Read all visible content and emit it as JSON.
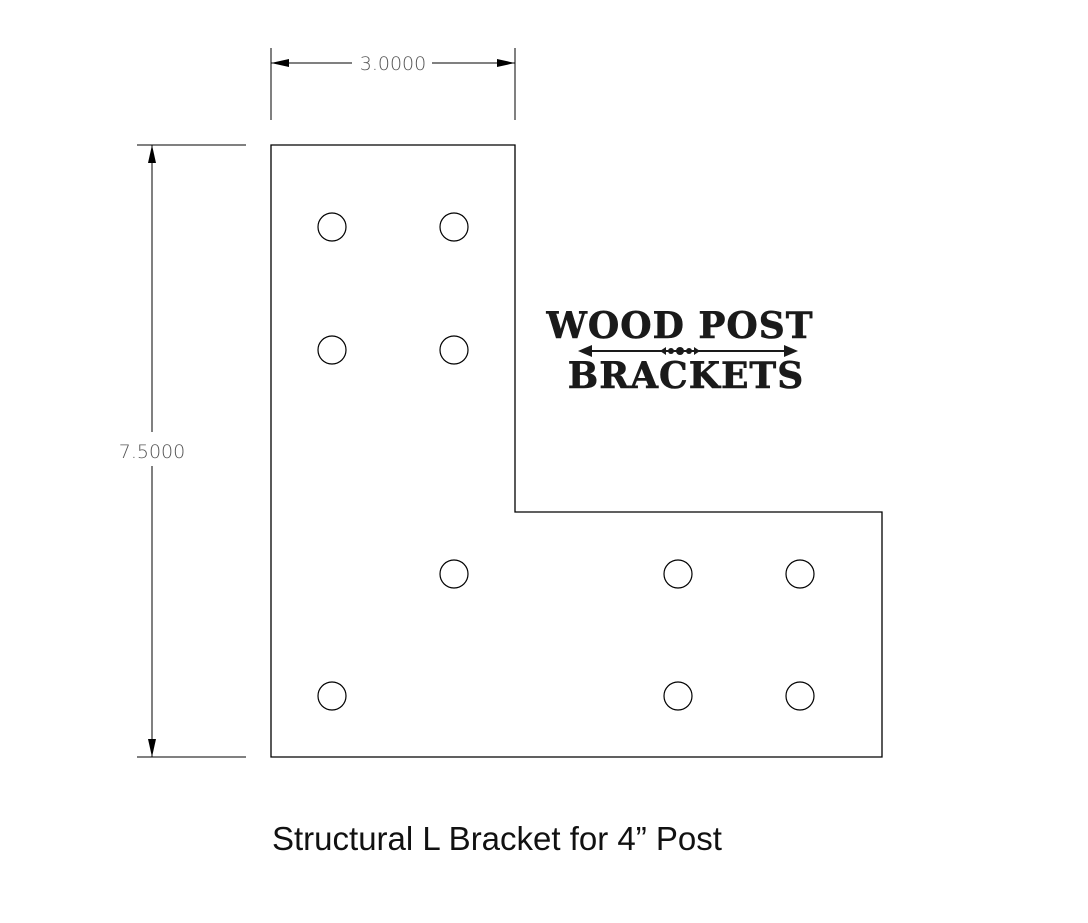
{
  "dimensions": {
    "width_label": "3.0000",
    "height_label": "7.5000"
  },
  "logo": {
    "line1": "WOOD POST",
    "line2": "BRACKETS"
  },
  "caption": "Structural L Bracket for 4” Post",
  "colors": {
    "outline": "#000000",
    "dimension_text": "#555555",
    "background": "#ffffff"
  },
  "holes": {
    "count": 10
  }
}
